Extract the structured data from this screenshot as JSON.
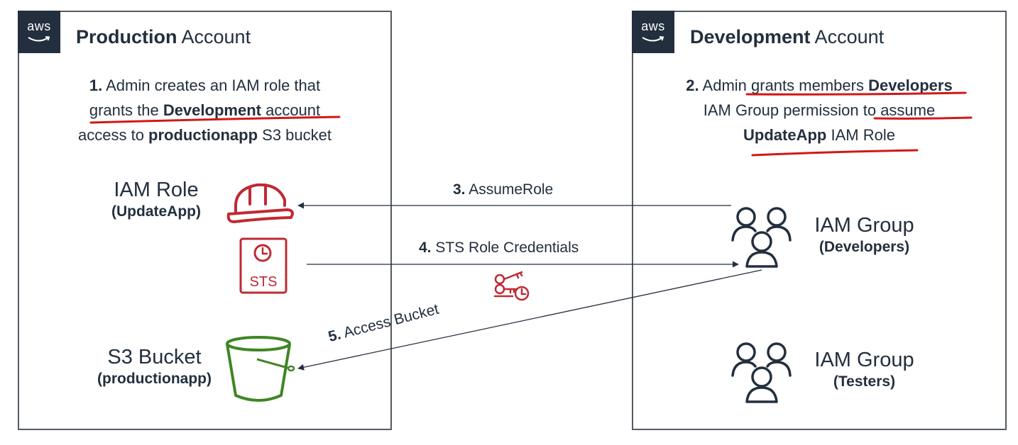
{
  "production": {
    "badge": "aws",
    "title_bold": "Production",
    "title_rest": " Account",
    "step": {
      "num": "1.",
      "t1": " Admin creates an IAM role that",
      "t2": "grants the ",
      "t2b": "Development",
      "t2c": " account",
      "t3": "access to ",
      "t3b": "productionapp",
      "t3c": " S3 bucket"
    },
    "role": {
      "name": "IAM Role",
      "sub": "(UpdateApp)"
    },
    "sts_label": "STS",
    "bucket": {
      "name": "S3 Bucket",
      "sub": "(productionapp)"
    }
  },
  "development": {
    "badge": "aws",
    "title_bold": "Development",
    "title_rest": " Account",
    "step": {
      "num": "2.",
      "t1a": " Admin grants members ",
      "t1b": "Developers",
      "t2": "IAM Group permission to assume",
      "t3b": "UpdateApp",
      "t3c": " IAM Role"
    },
    "group1": {
      "name": "IAM Group",
      "sub": "(Developers)"
    },
    "group2": {
      "name": "IAM Group",
      "sub": "(Testers)"
    }
  },
  "edges": {
    "e3": {
      "num": "3.",
      "label": " AssumeRole"
    },
    "e4": {
      "num": "4.",
      "label": " STS Role Credentials"
    },
    "e5": {
      "num": "5.",
      "label": " Access Bucket"
    }
  },
  "colors": {
    "frame": "#545b64",
    "dark": "#232f3e",
    "red": "#bf2a33",
    "green": "#3f8624",
    "underline": "#d11818"
  },
  "icons": [
    "hard-hat-icon",
    "sts-token-icon",
    "keys-clock-icon",
    "bucket-icon",
    "users-group-icon"
  ]
}
